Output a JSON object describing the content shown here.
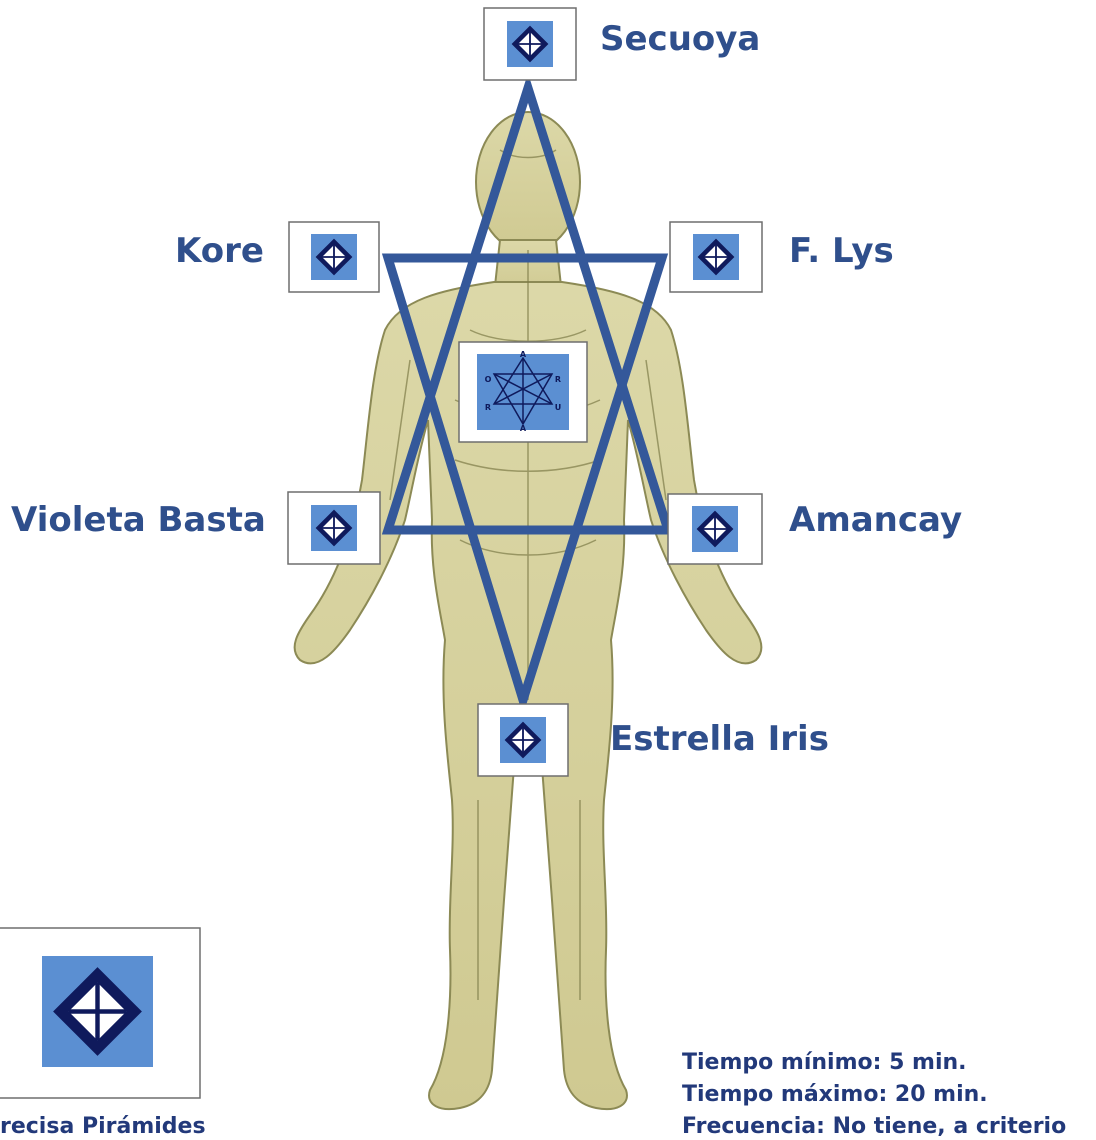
{
  "points": {
    "secuoya": "Secuoya",
    "kore": "Kore",
    "f_lys": "F. Lys",
    "violeta_basta": "Violeta Basta",
    "amancay": "Amancay",
    "estrella_iris": "Estrella Iris"
  },
  "center_emblem_letters": [
    "A",
    "O",
    "R",
    "R",
    "U",
    "A"
  ],
  "legend_label": "recisa Pirámides",
  "notes": {
    "min_time": "Tiempo mínimo: 5 min.",
    "max_time": "Tiempo máximo: 20 min.",
    "frequency": "Frecuencia: No tiene, a criterio"
  },
  "colors": {
    "label_blue": "#2F4F8C",
    "star_blue": "#34589A",
    "icon_fill": "#5B8FD2",
    "icon_dark": "#0F1A5C",
    "body_fill": "#D8D3A0",
    "body_line": "#8C8A55"
  }
}
